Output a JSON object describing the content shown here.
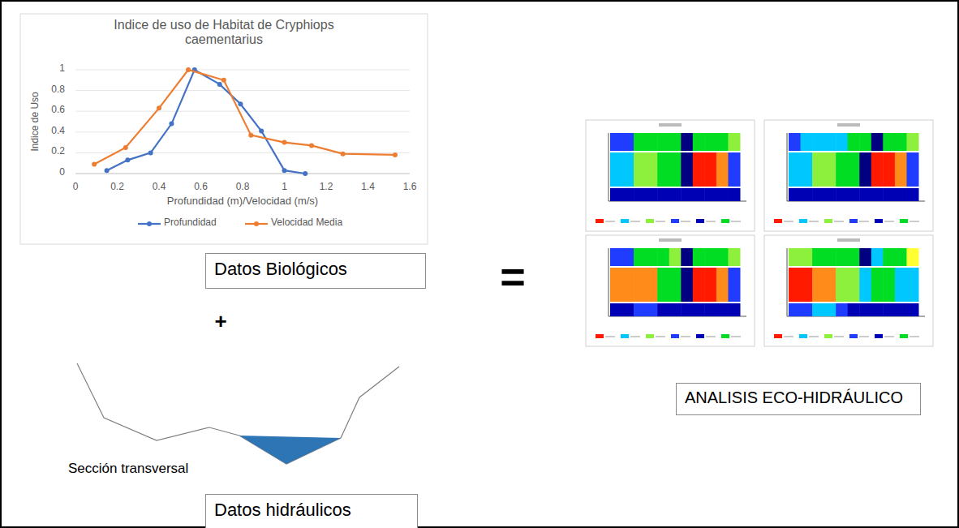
{
  "diagram": {
    "nodes": [
      {
        "text": [
          "Datos Biológicos"
        ]
      },
      {
        "text": [
          "Datos hidráulicos"
        ]
      },
      {
        "text": [
          "ANALISIS ECO-HIDRÁULICO"
        ]
      }
    ],
    "labels": [
      "Indice de uso de Habitat de Cryphiops caementarius",
      "1",
      "0.8",
      "0.6",
      "0.4",
      "0.2",
      "0",
      "0",
      "0.2",
      "0.4",
      "0.6",
      "0.8",
      "1",
      "1.2",
      "1.4",
      "1.6",
      "Indice de Uso",
      "Profundidad (m)/Velocidad (m/s)",
      "+",
      "=",
      "Sección transversal"
    ],
    "legend": [
      {
        "text": "Profundidad"
      },
      {
        "text": "Velocidad Media"
      }
    ]
  }
}
